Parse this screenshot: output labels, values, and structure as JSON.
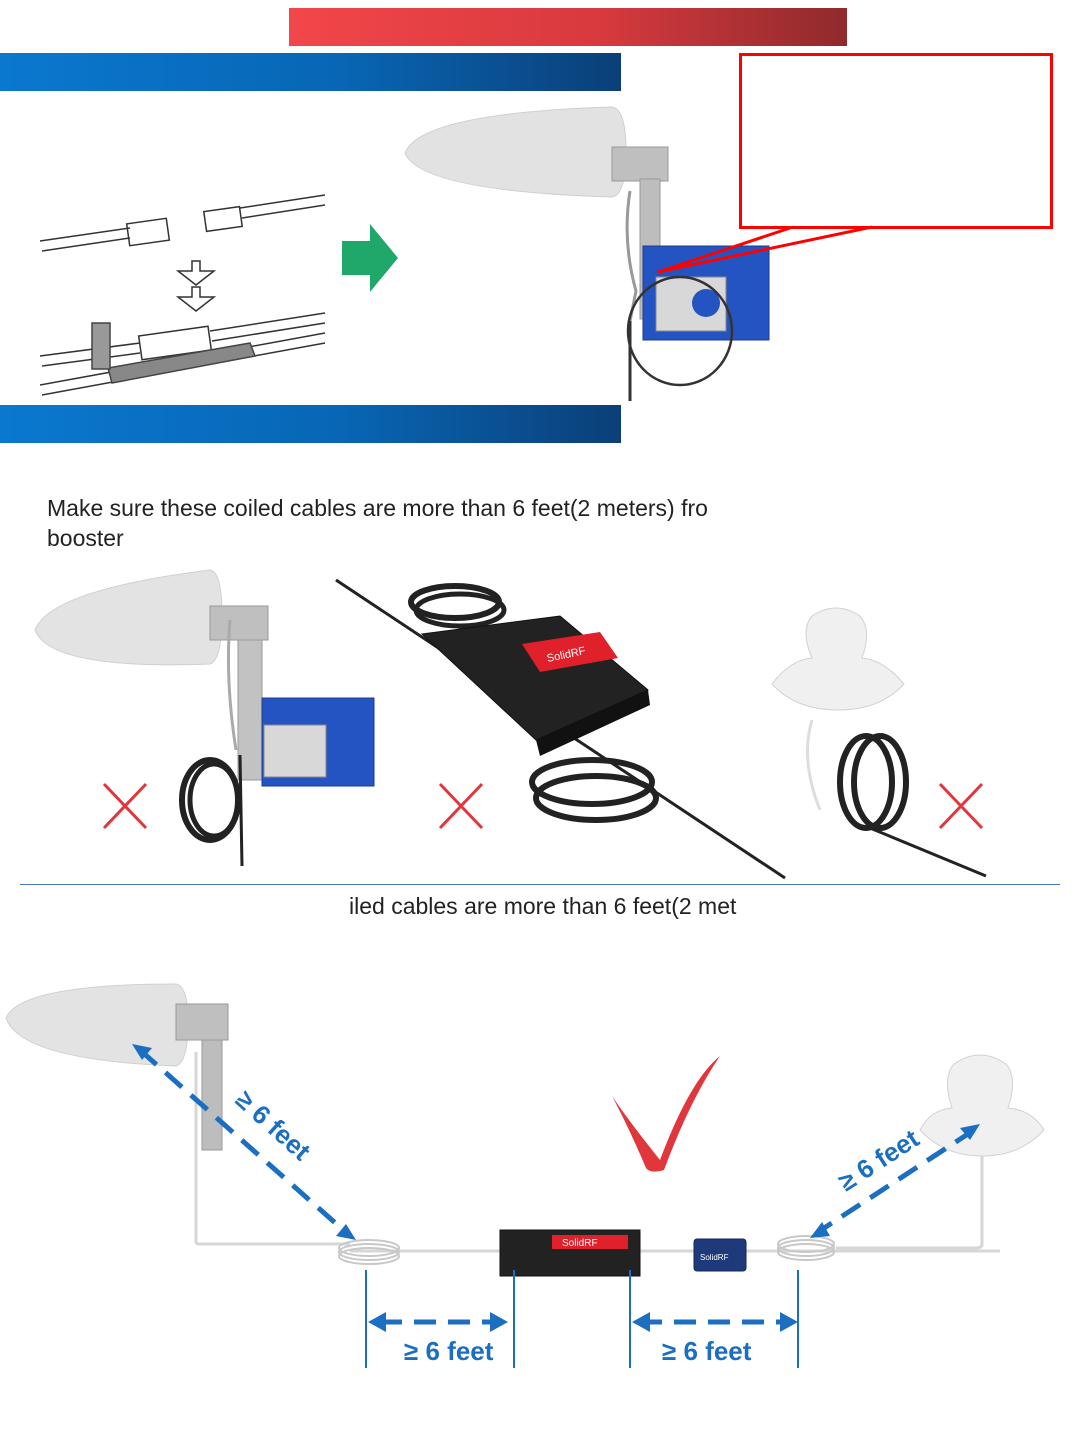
{
  "caption": {
    "line1": "Make sure these coiled cables are more than 6 feet(2 meters) fro",
    "line2": "booster"
  },
  "mid_caption": "iled cables are more than 6 feet(2 met",
  "distance_labels": {
    "antenna_to_coil": "≥ 6 feet",
    "indoor_to_coil": "≥ 6 feet",
    "coil_to_booster_left": "≥ 6 feet",
    "booster_to_coil_right": "≥ 6 feet"
  },
  "brand": "SolidRF",
  "colors": {
    "red_banner": "#f2464a",
    "blue_bar": "#0a78cf",
    "callout_border": "#ff0000",
    "arrow_green": "#1fa86a",
    "wrong_mark": "#e0363c",
    "check_mark": "#e0363c",
    "dimension_blue": "#1c6fc0"
  },
  "icons": [
    "green-arrow-icon",
    "wrong-mark-icon",
    "check-mark-icon"
  ]
}
